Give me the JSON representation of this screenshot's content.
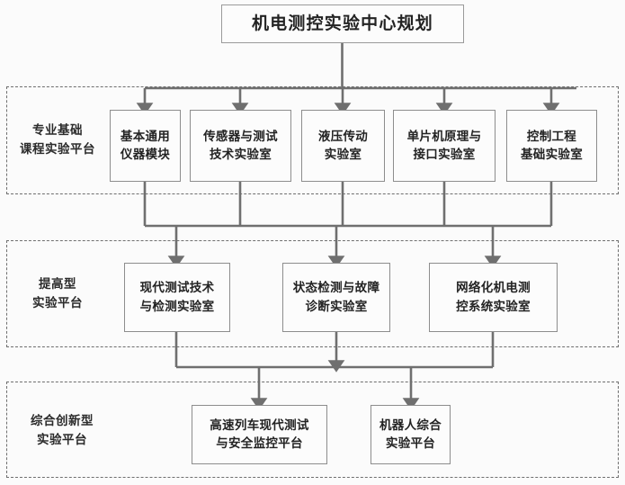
{
  "diagram": {
    "title_box": {
      "lines": [
        "机电测控实验中心规划"
      ]
    },
    "tiers": [
      {
        "id": "tier-basic",
        "label_lines": [
          "专业基础",
          "课程实验平台"
        ],
        "nodes": [
          {
            "lines": [
              "基本通用",
              "仪器模块"
            ]
          },
          {
            "lines": [
              "传感器与测试",
              "技术实验室"
            ]
          },
          {
            "lines": [
              "液压传动",
              "实验室"
            ]
          },
          {
            "lines": [
              "单片机原理与",
              "接口实验室"
            ]
          },
          {
            "lines": [
              "控制工程",
              "基础实验室"
            ]
          }
        ]
      },
      {
        "id": "tier-advanced",
        "label_lines": [
          "提高型",
          "实验平台"
        ],
        "nodes": [
          {
            "lines": [
              "现代测试技术",
              "与检测实验室"
            ]
          },
          {
            "lines": [
              "状态检测与故障",
              "诊断实验室"
            ]
          },
          {
            "lines": [
              "网络化机电测",
              "控系统实验室"
            ]
          }
        ]
      },
      {
        "id": "tier-innovation",
        "label_lines": [
          "综合创新型",
          "实验平台"
        ],
        "nodes": [
          {
            "lines": [
              "高速列车现代测试",
              "与安全监控平台"
            ]
          },
          {
            "lines": [
              "机器人综合",
              "实验平台"
            ]
          }
        ]
      }
    ],
    "colors": {
      "background": "#fbfbfb",
      "node_border": "#8d8d8d",
      "node_fill": "#fcfcfc",
      "band_border": "#6e6e6e",
      "connector": "#6f6f6f",
      "text": "#232323"
    }
  }
}
